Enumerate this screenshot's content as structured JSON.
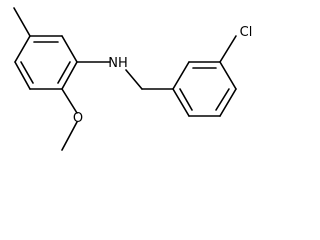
{
  "molecule": {
    "atoms": {
      "amine_n": "NH",
      "methoxy_o": "O",
      "chlorine": "Cl"
    },
    "colors": {
      "bond": "#000000",
      "label": "#000000",
      "background": "#ffffff"
    }
  }
}
